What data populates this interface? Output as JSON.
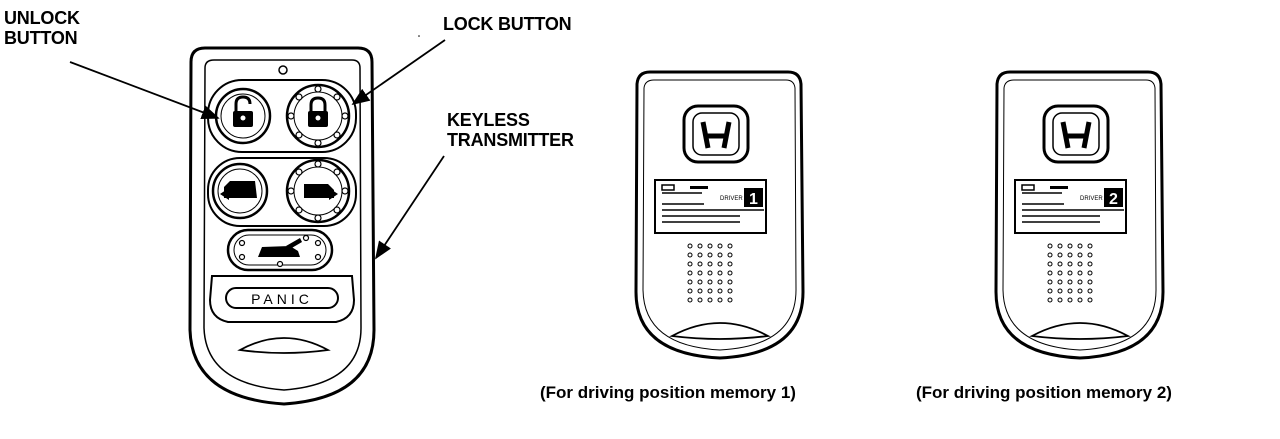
{
  "callouts": {
    "unlock": [
      "UNLOCK",
      "BUTTON"
    ],
    "lock": "LOCK BUTTON",
    "keyless": [
      "KEYLESS",
      "TRANSMITTER"
    ]
  },
  "buttons": {
    "panic": "PANIC"
  },
  "remotes": [
    {
      "driver_label": "DRIVER",
      "number": "1",
      "caption": "(For driving position memory 1)"
    },
    {
      "driver_label": "DRIVER",
      "number": "2",
      "caption": "(For driving position memory 2)"
    }
  ]
}
